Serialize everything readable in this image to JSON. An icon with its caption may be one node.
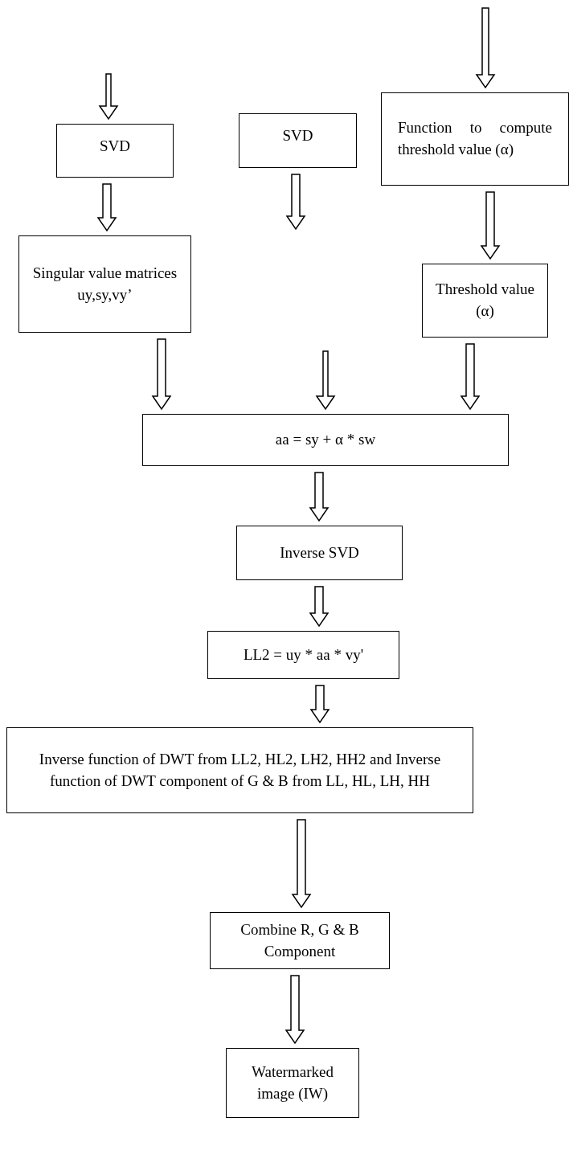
{
  "diagram": {
    "nodes": [
      {
        "text": [
          "SVD"
        ]
      },
      {
        "text": [
          "SVD"
        ]
      },
      {
        "text": [
          "Function to compute threshold value (α)"
        ]
      },
      {
        "text": [
          "Singular value matrices uy,sy,vy’"
        ]
      },
      {
        "text": [
          "Threshold value (α)"
        ]
      },
      {
        "text": [
          "aa =   sy + α  * sw"
        ]
      },
      {
        "text": [
          "Inverse SVD"
        ]
      },
      {
        "text": [
          "LL2 = uy * aa * vy'"
        ]
      },
      {
        "text": [
          "Inverse function of DWT from LL2, HL2, LH2, HH2 and Inverse function of DWT component of G & B from LL, HL, LH, HH"
        ]
      },
      {
        "text": [
          "Combine R, G & B Component"
        ]
      },
      {
        "text": [
          "Watermarked image (IW)"
        ]
      }
    ],
    "edges": [
      {
        "from": null,
        "to": 2,
        "arrow": "to"
      },
      {
        "from": null,
        "to": 0,
        "arrow": "to"
      },
      {
        "from": 0,
        "to": 3,
        "arrow": "to"
      },
      {
        "from": 1,
        "to": null,
        "arrow": "to"
      },
      {
        "from": 2,
        "to": 4,
        "arrow": "to"
      },
      {
        "from": 3,
        "to": 5,
        "arrow": "to"
      },
      {
        "from": null,
        "to": 5,
        "arrow": "to"
      },
      {
        "from": 4,
        "to": 5,
        "arrow": "to"
      },
      {
        "from": 5,
        "to": 6,
        "arrow": "to"
      },
      {
        "from": 6,
        "to": 7,
        "arrow": "to"
      },
      {
        "from": 7,
        "to": 8,
        "arrow": "to"
      },
      {
        "from": 8,
        "to": 9,
        "arrow": "to"
      },
      {
        "from": 9,
        "to": 10,
        "arrow": "to"
      }
    ]
  }
}
